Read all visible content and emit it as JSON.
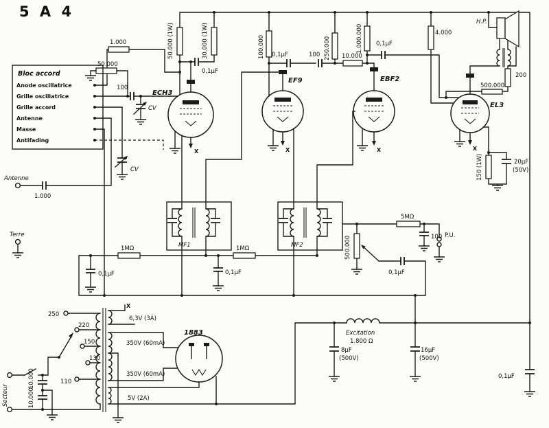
{
  "title": "5 A 4",
  "bloc": {
    "title": "Bloc accord",
    "pin1": "Anode oscillatrice",
    "pin2": "Grille oscillatrice",
    "pin3": "Grille accord",
    "pin4": "Antenne",
    "pin5": "Masse",
    "pin6": "Antifading"
  },
  "tubes": {
    "ech3": "ECH3",
    "ef9": "EF9",
    "ebf2": "EBF2",
    "el3": "EL3",
    "rect1883": "1883"
  },
  "mf": {
    "mf1": "MF1",
    "mf2": "MF2"
  },
  "labels": {
    "antenne": "Antenne",
    "ant_cap": "1.000",
    "terre": "Terre",
    "secteur": "Secteur",
    "r1k": "1.000",
    "r50k": "50.000",
    "c100": "100",
    "cv": "CV",
    "r50k1w": "50.000 (1W)",
    "r30k1w": "30.000 (1W)",
    "c01": "0,1µF",
    "r100k": "100.000",
    "r250k": "250.000",
    "r10k": "10.000",
    "r1meg_v": "1.000.000",
    "r4k": "4.000",
    "hp": "H.P.",
    "r200": "200",
    "r500k": "500.000",
    "c20": "20µF",
    "v50": "(50V)",
    "r150": "150 (1W)",
    "x": "X",
    "r5meg": "5MΩ",
    "pu": "P.U.",
    "pot": "500.000",
    "r1meg": "1MΩ",
    "heater63": "6,3V (3A)",
    "t250": "250",
    "t220": "220",
    "t150": "150",
    "t130": "130",
    "t110": "110",
    "hv": "350V (60mA)",
    "fil5": "5V (2A)",
    "excitation": "Excitation",
    "exc_r": "1.800 Ω",
    "c8": "8µF",
    "c16": "16µF",
    "v500": "(500V)"
  }
}
